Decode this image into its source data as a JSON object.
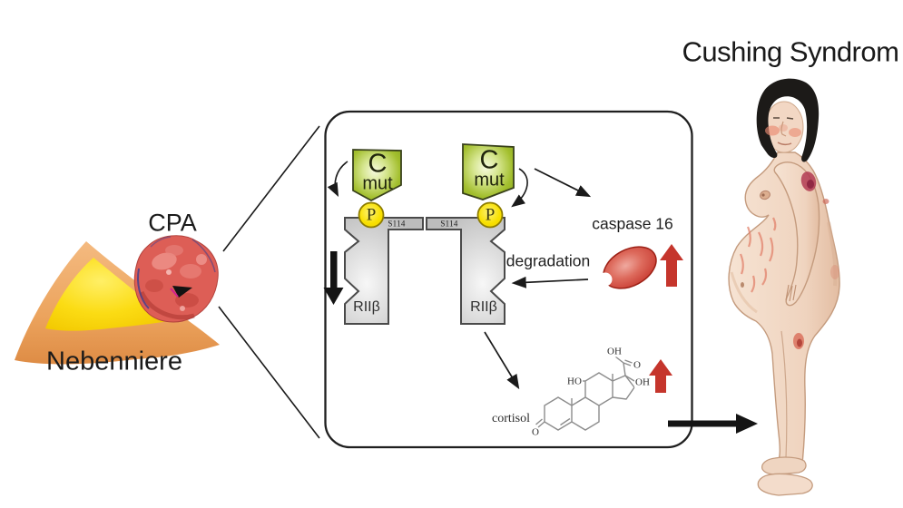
{
  "title": "Cushing Syndrom",
  "adrenal": {
    "organ_label": "Nebenniere",
    "tumor_label": "CPA"
  },
  "mechanism": {
    "kinase_top": "C",
    "kinase_bottom": "mut",
    "phospho": "P",
    "site": "S114",
    "subunit": "RIIβ",
    "caspase": "caspase 16",
    "degradation": "degradation",
    "cortisol": "cortisol",
    "chem": {
      "c21": "OH",
      "c20": "O",
      "c11": "HO",
      "c17": "OH",
      "c3": "O"
    }
  },
  "colors": {
    "accent_red": "#c5352c",
    "kinase_green": "#9cba28",
    "phospho_yellow": "#f7e000",
    "subunit_gray": "#c6c6c6",
    "adrenal_orange": "#eda25c",
    "adrenal_yellow": "#f8d800",
    "tumor_red": "#dd5e56"
  }
}
